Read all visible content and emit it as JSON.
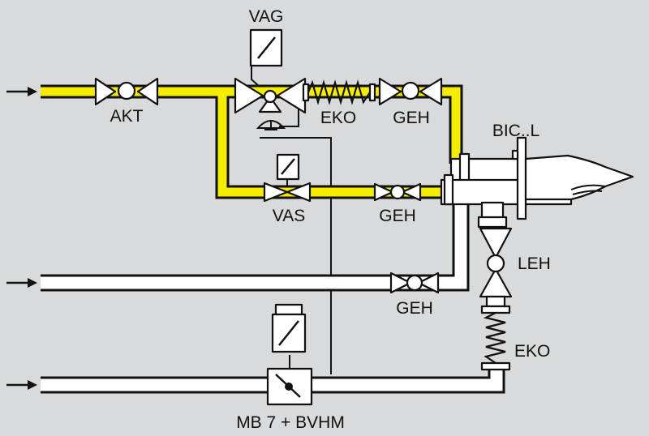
{
  "labels": {
    "vag": "VAG",
    "akt": "AKT",
    "eko_top": "EKO",
    "geh_top": "GEH",
    "bic": "BIC..L",
    "vas": "VAS",
    "geh_mid": "GEH",
    "leh": "LEH",
    "geh_air": "GEH",
    "eko_air": "EKO",
    "mb7": "MB 7 + BVHM"
  },
  "colors": {
    "gas_pipe": "#f5ec00",
    "air_pipe": "#ffffff",
    "background": "#d9dadb",
    "outline": "#111111"
  },
  "icons": [
    "arrow-right-icon",
    "valve-icon",
    "solenoid-coil-icon",
    "bellows-icon",
    "burner-icon"
  ]
}
